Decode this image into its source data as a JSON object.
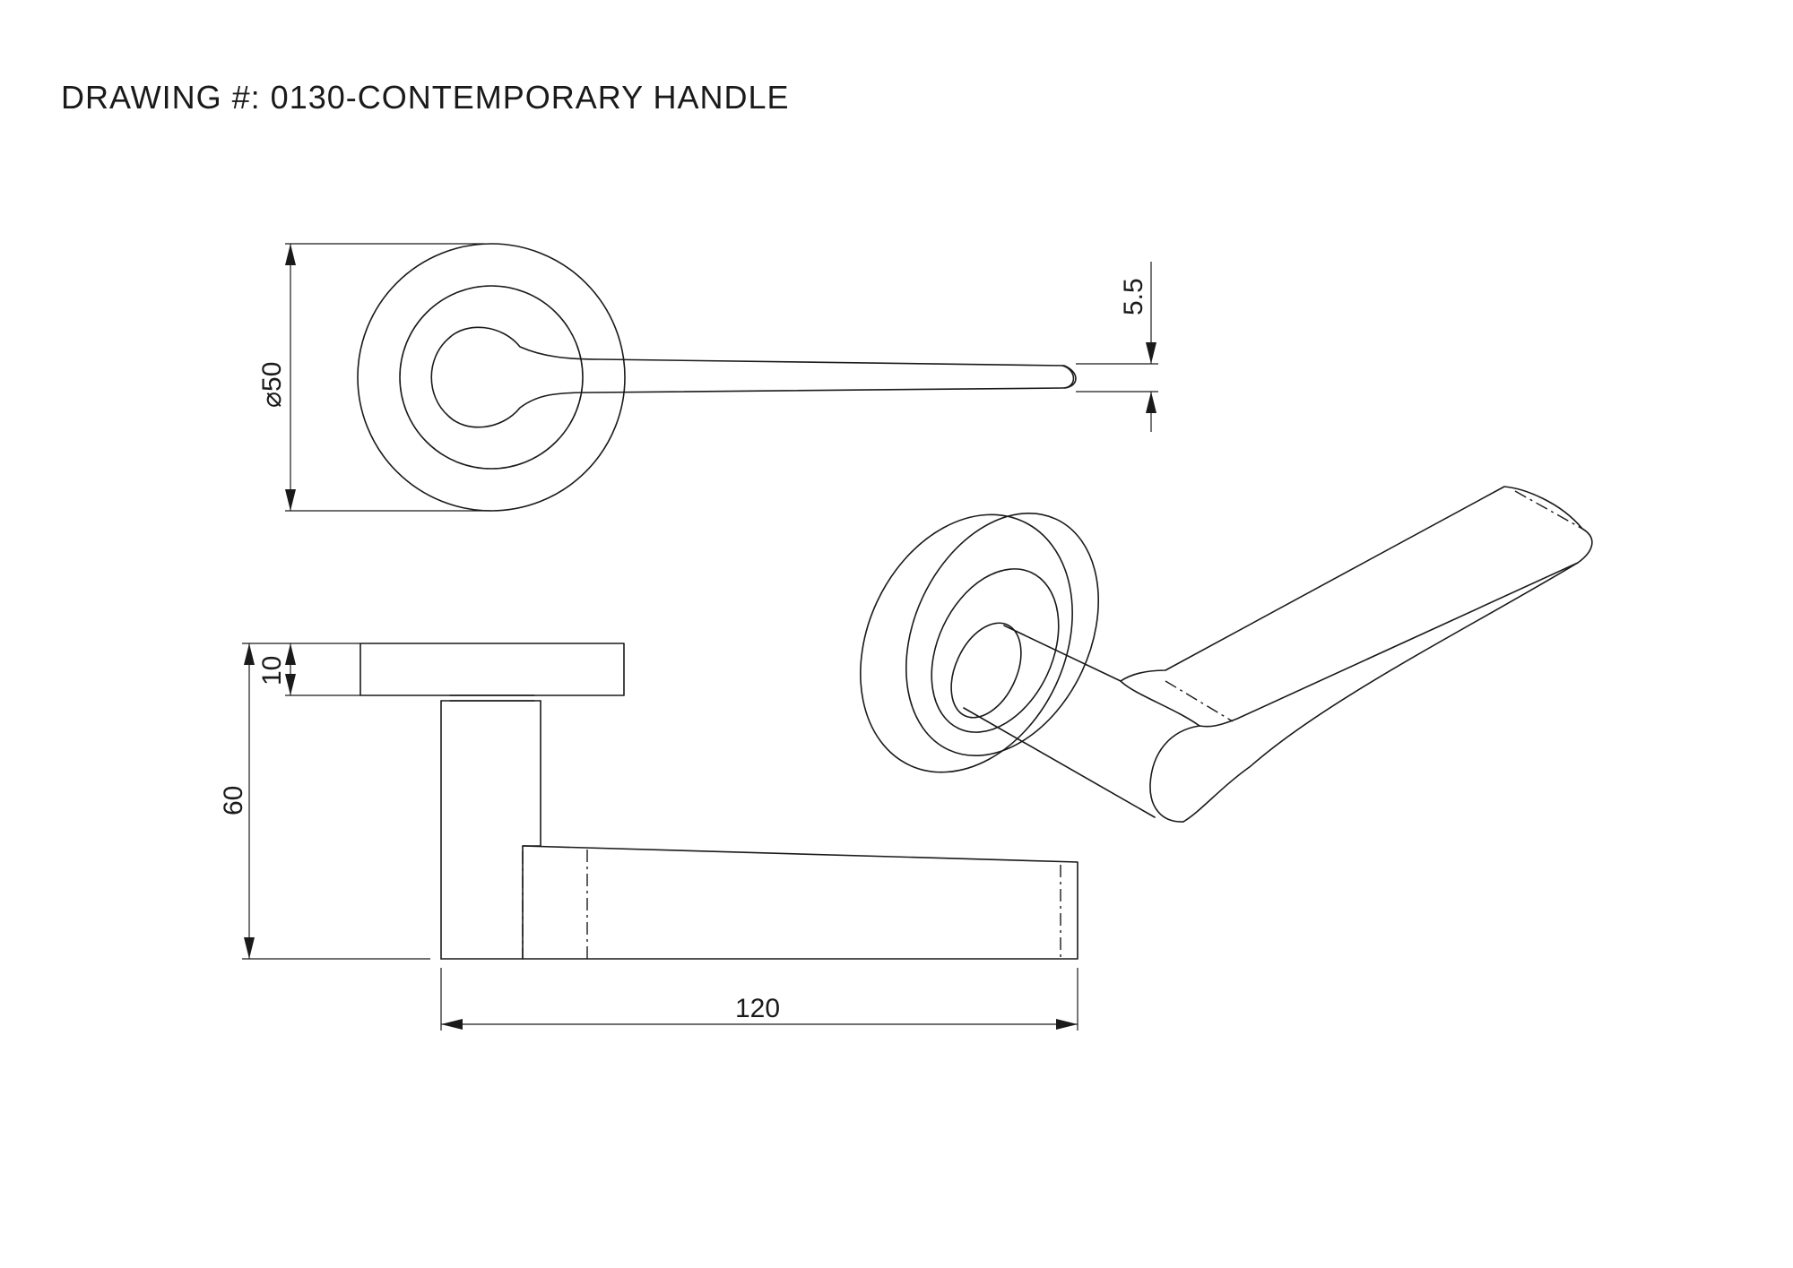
{
  "drawing": {
    "title": "DRAWING #: 0130-CONTEMPORARY HANDLE"
  },
  "dimensions": {
    "diameter": "⌀50",
    "thickness": "5.5",
    "rose_depth": "10",
    "height": "60",
    "length": "120"
  },
  "colors": {
    "line": "#1a1a1a",
    "background": "#ffffff"
  }
}
